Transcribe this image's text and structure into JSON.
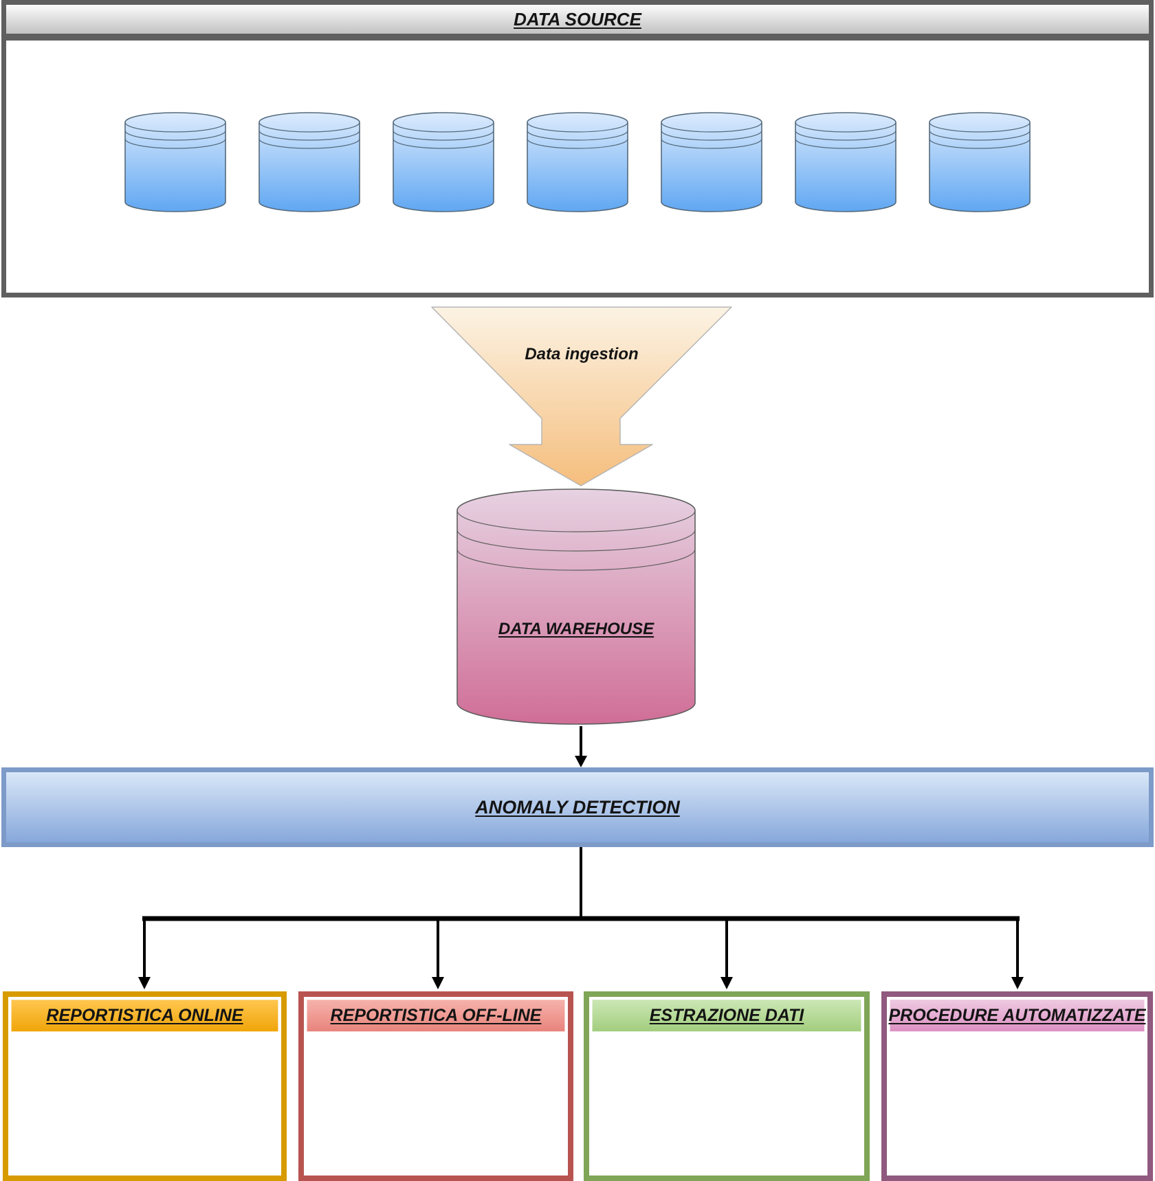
{
  "diagram": {
    "data_source": {
      "title": "DATA SOURCE",
      "cylinders": 7,
      "cylinder_fill_top": "#DCEBFD",
      "cylinder_fill_bottom": "#60A7F2",
      "cylinder_stroke": "#54697B",
      "frame_color": "#5F5F5F"
    },
    "ingestion": {
      "label": "Data ingestion",
      "fill_top": "#FCF3E4",
      "fill_bottom": "#F5BE7D",
      "stroke": "#B5B5B5"
    },
    "warehouse": {
      "label": "DATA WAREHOUSE",
      "fill_top": "#E6D2E2",
      "fill_bottom": "#D06E97",
      "stroke": "#5E5E5E"
    },
    "anomaly": {
      "label": "ANOMALY DETECTION",
      "border": "#7D9BC8",
      "fill_top": "#D9E7F8",
      "fill_bottom": "#87A8DB"
    },
    "outputs": [
      {
        "label": "REPORTISTICA ONLINE",
        "border": "#D79B00",
        "fill_top": "#FFC64E",
        "fill_bottom": "#F0A50A"
      },
      {
        "label": "REPORTISTICA OFF-LINE",
        "border": "#B85450",
        "fill_top": "#F6B2AB",
        "fill_bottom": "#E8847C"
      },
      {
        "label": "ESTRAZIONE DATI",
        "border": "#7FA557",
        "fill_top": "#CBE7B4",
        "fill_bottom": "#A2CD7E"
      },
      {
        "label": "PROCEDURE AUTOMATIZZATE",
        "border": "#90597F",
        "fill_top": "#EEC9E1",
        "fill_bottom": "#DC90C2"
      }
    ],
    "connector_color": "#000000"
  }
}
